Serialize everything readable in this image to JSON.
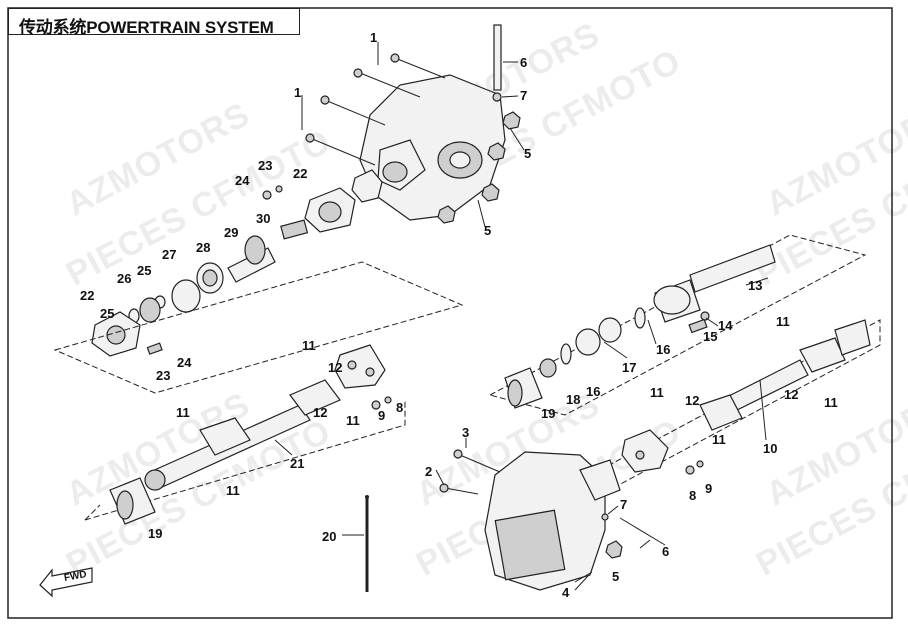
{
  "title": "传动系统POWERTRAIN SYSTEM",
  "watermarks": [
    "AZMOTORS",
    "PIECES CFMOTO"
  ],
  "direction_label": "FWD",
  "callouts": {
    "c1a": "1",
    "c1b": "1",
    "c2": "2",
    "c3": "3",
    "c4": "4",
    "c5a": "5",
    "c5b": "5",
    "c5c": "5",
    "c6a": "6",
    "c6b": "6",
    "c7a": "7",
    "c7b": "7",
    "c8a": "8",
    "c8b": "8",
    "c9a": "9",
    "c9b": "9",
    "c10": "10",
    "c11a": "11",
    "c11b": "11",
    "c11c": "11",
    "c11d": "11",
    "c11e": "11",
    "c11f": "11",
    "c11g": "11",
    "c11h": "11",
    "c12a": "12",
    "c12b": "12",
    "c12c": "12",
    "c12d": "12",
    "c13": "13",
    "c14": "14",
    "c15": "15",
    "c16a": "16",
    "c16b": "16",
    "c17": "17",
    "c18": "18",
    "c19a": "19",
    "c19b": "19",
    "c20": "20",
    "c21": "21",
    "c22a": "22",
    "c22b": "22",
    "c23a": "23",
    "c23b": "23",
    "c24a": "24",
    "c24b": "24",
    "c25a": "25",
    "c25b": "25",
    "c26": "26",
    "c27": "27",
    "c28": "28",
    "c29": "29",
    "c30": "30"
  }
}
